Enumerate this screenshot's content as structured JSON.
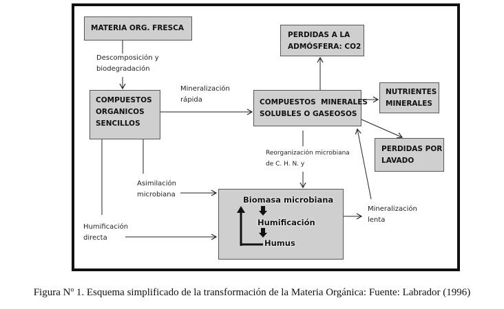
{
  "boxes": {
    "materia": {
      "lines": [
        "MATERIA ORG. FRESCA"
      ]
    },
    "organicos": {
      "lines": [
        "COMPUESTOS",
        "ORGANICOS",
        "SENCILLOS"
      ]
    },
    "minerales": {
      "lines": [
        "COMPUESTOS  MINERALES",
        "SOLUBLES O GASEOSOS"
      ]
    },
    "atmosfera": {
      "lines": [
        "PERDIDAS A LA",
        "ADMÓSFERA: CO2"
      ]
    },
    "nutrientes": {
      "lines": [
        "NUTRIENTES",
        "MINERALES"
      ]
    },
    "lavado": {
      "lines": [
        "PERDIDAS POR",
        "LAVADO"
      ]
    },
    "biomasa": {
      "top": "Biomasa microbiana",
      "middle": "Humificación",
      "bottom": "Humus"
    }
  },
  "labels": {
    "descomposicion": [
      "Descomposición y",
      "biodegradación"
    ],
    "mineralizacion_rapida": [
      "Mineralización",
      "rápida"
    ],
    "reorganizacion": [
      "Reorganización microbiana",
      "de C. H. N. y"
    ],
    "asimilacion": [
      "Asimilación",
      "microbiana"
    ],
    "humificacion_directa": [
      "Humificación",
      "directa"
    ],
    "mineralizacion_lenta": [
      "Mineralización",
      "lenta"
    ]
  },
  "caption": "Figura Nº 1. Esquema simplificado de la transformación de la Materia Orgánica: Fuente: Labrador (1996)"
}
